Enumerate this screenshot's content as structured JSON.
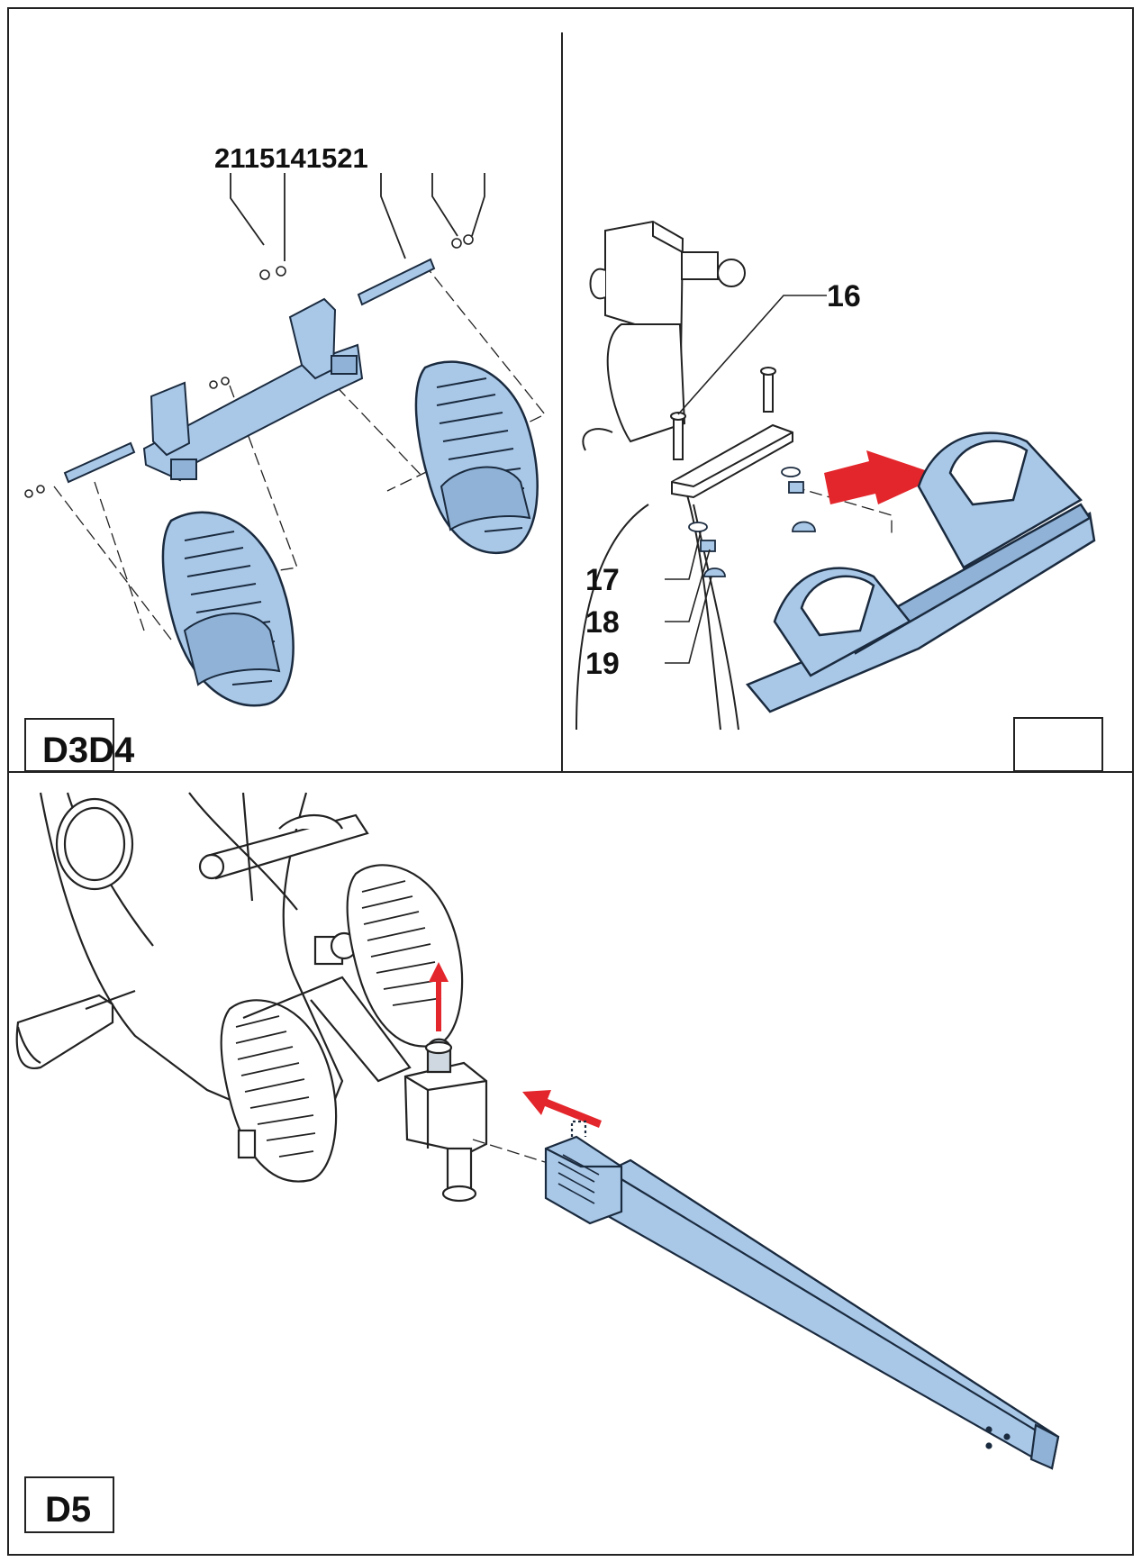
{
  "panels": {
    "d3_d4_label": "D3D4",
    "d4_label": "",
    "d5_label": "D5"
  },
  "d3": {
    "callout_top": "2115141521"
  },
  "d4": {
    "callouts": [
      "16",
      "17",
      "18",
      "19"
    ]
  },
  "colors": {
    "part_fill": "#a9c8e8",
    "part_stroke": "#1b2b3f",
    "arrow_red": "#e3262b",
    "line": "#222222"
  }
}
